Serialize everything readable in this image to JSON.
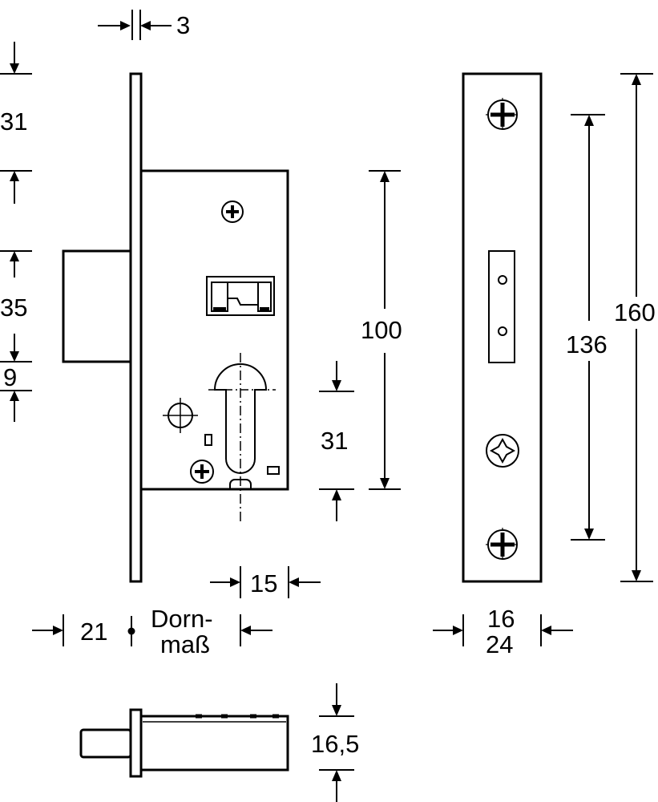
{
  "diagram": {
    "dimensions": {
      "faceplate_thickness": "3",
      "top_offset": "31",
      "bolt_height": "35",
      "bolt_gap": "9",
      "case_height": "100",
      "cylinder_distance": "31",
      "cylinder_offset": "15",
      "backset_label_line1": "Dorn-",
      "backset_label_line2": "maß",
      "face_offset": "21",
      "strike_inner_height": "136",
      "strike_total_height": "160",
      "strike_width_line1": "16",
      "strike_width_line2": "24",
      "bottom_view_width": "16,5"
    }
  }
}
